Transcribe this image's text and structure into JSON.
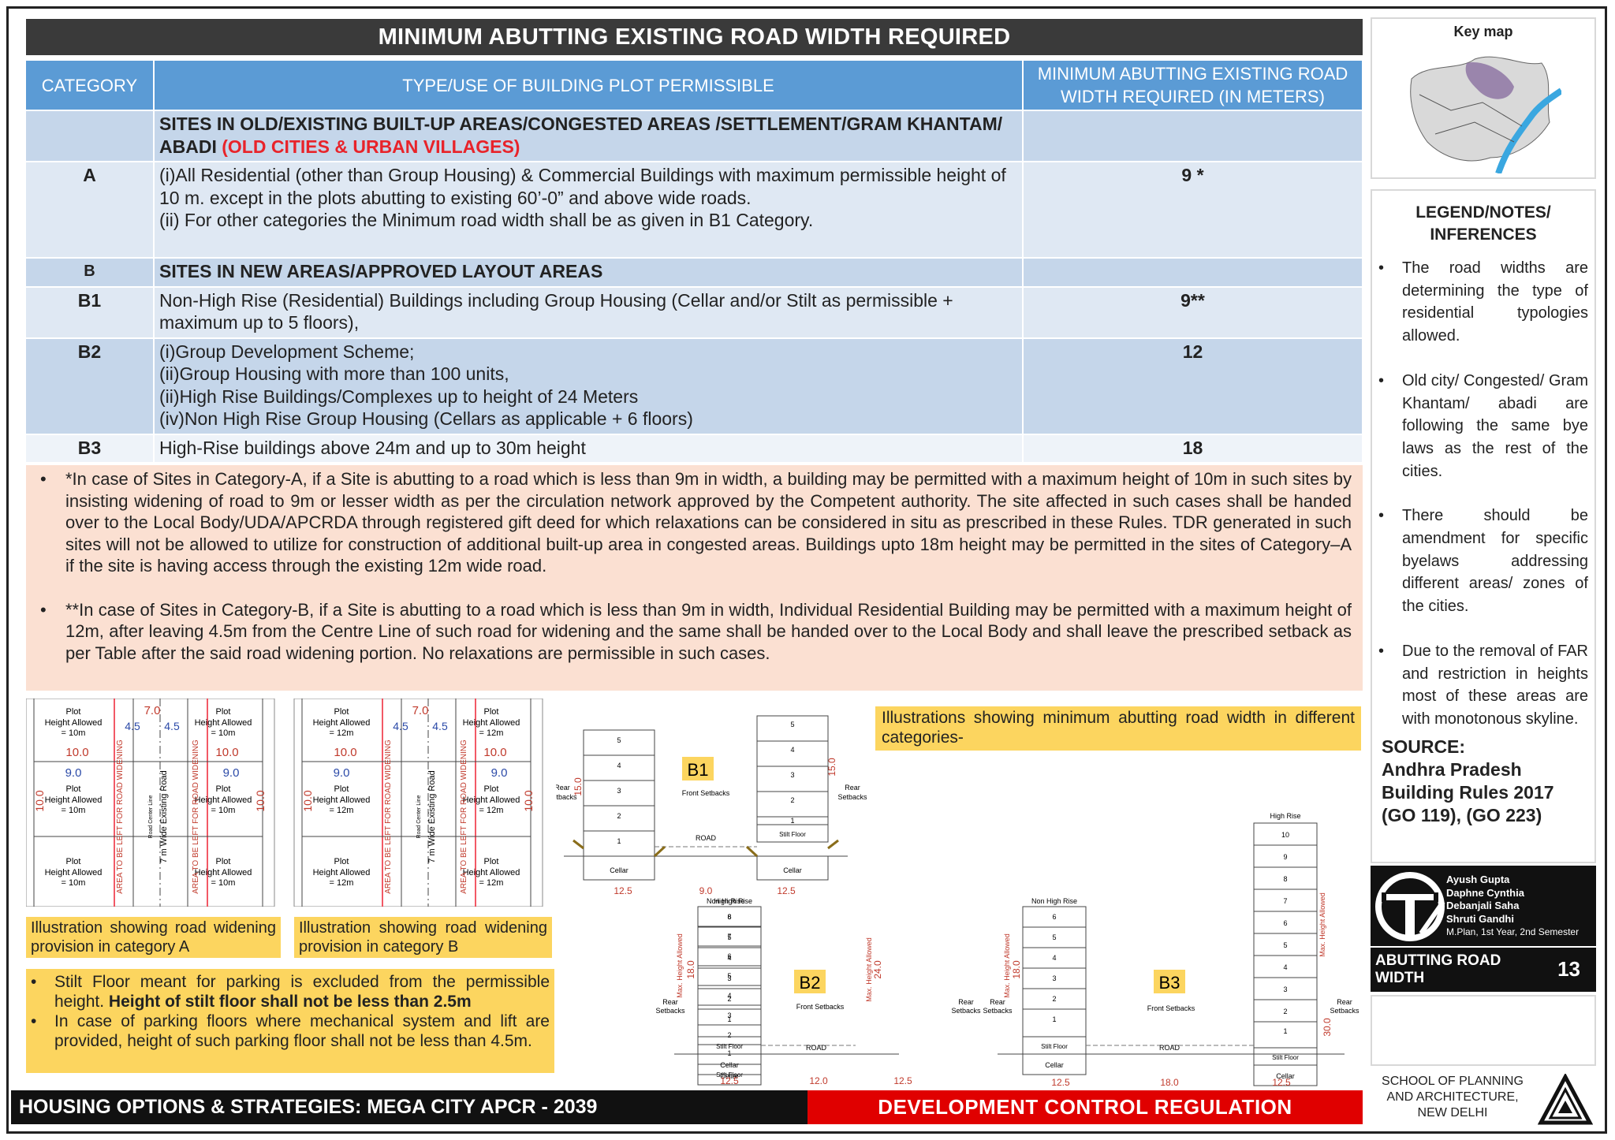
{
  "title": "MINIMUM ABUTTING EXISTING ROAD WIDTH REQUIRED",
  "table": {
    "headers": [
      "CATEGORY",
      "TYPE/USE OF BUILDING PLOT PERMISSIBLE",
      "MINIMUM ABUTTING EXISTING ROAD WIDTH REQUIRED (IN METERS)"
    ],
    "section_a_title": "SITES IN OLD/EXISTING BUILT-UP AREAS/CONGESTED AREAS /SETTLEMENT/GRAM KHANTAM/ ABADI",
    "section_a_red": "(OLD CITIES & URBAN VILLAGES)",
    "rows": [
      {
        "cat": "A",
        "lines": [
          "(i)All Residential (other than Group Housing) & Commercial Buildings with maximum permissible height of 10 m. except in the plots abutting to existing 60’-0” and above wide roads.",
          "(ii) For other categories the Minimum road width shall be as given in B1 Category."
        ],
        "val": "9 *"
      },
      {
        "cat": "B",
        "bold": "SITES IN NEW AREAS/APPROVED LAYOUT AREAS",
        "val": ""
      },
      {
        "cat": "B1",
        "lines": [
          "Non-High Rise (Residential) Buildings including Group Housing (Cellar and/or Stilt as permissible + maximum up to 5 floors),"
        ],
        "val": "9**"
      },
      {
        "cat": "B2",
        "lines": [
          "(i)Group Development Scheme;",
          "(ii)Group Housing with more than 100 units,",
          "(ii)High Rise Buildings/Complexes up to height of 24 Meters",
          "(iv)Non High Rise Group Housing (Cellars as applicable + 6 floors)"
        ],
        "val": "12"
      },
      {
        "cat": "B3",
        "lines": [
          "High-Rise buildings above 24m and up to 30m height"
        ],
        "val": "18"
      }
    ]
  },
  "notes": [
    "*In case of Sites in Category-A, if a Site is abutting to a road which is less than 9m in width, a building may be permitted with a maximum height of 10m in such sites by insisting widening of road to 9m or lesser width as per the circulation network approved by the Competent authority. The site affected in such cases shall be handed over to the Local Body/UDA/APCRDA through registered gift deed for which relaxations can be considered in situ as prescribed in these Rules. TDR generated in such sites will not be allowed to utilize for construction of additional built-up area in congested areas. Buildings upto 18m height may be permitted in the sites of Category–A if the site is having access through the existing 12m wide road.",
    "**In case of Sites in Category-B, if a Site is abutting to a road which is less than 9m in width, Individual Residential Building may be permitted with a maximum height of 12m, after leaving 4.5m from the Centre Line of such road for widening and the same shall be handed over to the Local Body and shall leave the prescribed setback as per Table after the said road widening portion. No relaxations are permissible in such cases."
  ],
  "illus_a": {
    "caption": "Illustration showing road widening provision in category A",
    "plot": "Plot",
    "height": "Height Allowed",
    "height_val": "= 10m",
    "dim_top": "7.0",
    "dim_half": "4.5",
    "dim_10": "10.0",
    "dim_9": "9.0",
    "road": "7 m Wide Existing Road",
    "centre": "Road Center Line",
    "widen": "AREA TO BE LEFT FOR ROAD WIDENING"
  },
  "illus_b": {
    "caption": "Illustration showing road widening provision in category B",
    "height_val": "= 12m"
  },
  "stilt_notes": {
    "n1_plain": "Stilt Floor meant for parking is excluded from the permissible height.",
    "n1_bold": "Height of stilt floor shall not be less than 2.5m",
    "n2": "In case of parking floors where mechanical system and lift are provided, height of such parking floor shall not be less than 4.5m."
  },
  "illus_caption": "Illustrations showing minimum abutting road width in different categories-",
  "sections": {
    "b1": {
      "label": "B1",
      "floors": [
        "5",
        "4",
        "3",
        "2",
        "1"
      ],
      "height": "15.0",
      "left": "12.5",
      "road": "9.0",
      "right": "12.5"
    },
    "b2": {
      "label": "B2",
      "left": "12.5",
      "road": "12.0",
      "right": "12.5",
      "lh": "18.0",
      "rh": "24.0"
    },
    "b3": {
      "label": "B3",
      "left": "12.5",
      "road": "18.0",
      "right": "12.5",
      "lh": "18.0",
      "rh": "30.0"
    },
    "terms": {
      "rear": "Rear",
      "setbacks": "Setbacks",
      "front": "Front Setbacks",
      "road": "ROAD",
      "cellar": "Cellar",
      "stilt": "Stilt Floor",
      "nhr": "Non High Rise",
      "hr": "High Rise",
      "maxh": "Max. Height Allowed"
    }
  },
  "keymap": {
    "title": "Key map"
  },
  "legend": {
    "title": "LEGEND/NOTES/ INFERENCES",
    "items": [
      "The road widths are determining the type of residential typologies allowed.",
      "Old city/ Congested/ Gram Khantam/ abadi are following the same bye laws as the rest of the cities.",
      "There should be amendment for specific byelaws addressing different areas/ zones of the cities.",
      "Due to the removal of FAR and restriction in heights most of these areas are with monotonous skyline."
    ],
    "source_label": "SOURCE:",
    "source_text": "Andhra Pradesh Building Rules 2017 (GO 119), (GO 223)"
  },
  "authors": {
    "names": [
      "Ayush Gupta",
      "Daphne Cynthia",
      "Debanjali Saha",
      "Shruti Gandhi"
    ],
    "course": "M.Plan, 1st Year, 2nd Semester"
  },
  "sheet": {
    "title": "ABUTTING ROAD WIDTH",
    "number": "13"
  },
  "school": {
    "name": "SCHOOL OF PLANNING AND ARCHITECTURE, NEW DELHI"
  },
  "footer": {
    "left": "HOUSING OPTIONS & STRATEGIES: MEGA CITY APCR - 2039",
    "right": "DEVELOPMENT CONTROL REGULATION"
  },
  "colors": {
    "header_blue": "#5b9bd5",
    "row_light": "#dfe8f3",
    "note_peach": "#fbe0d2",
    "yellow": "#fcd55f",
    "red": "#e00000",
    "dim_red": "#c0392b"
  }
}
